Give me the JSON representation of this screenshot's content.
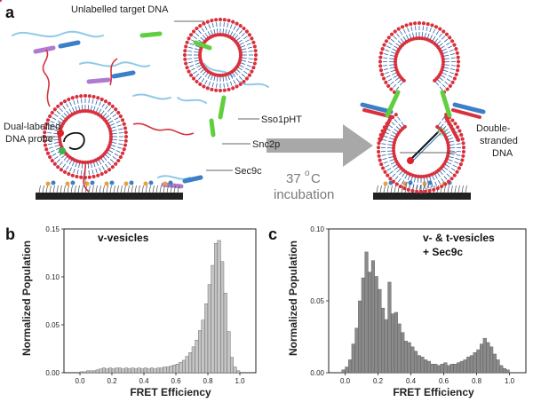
{
  "panels": {
    "a": "a",
    "b": "b",
    "c": "c"
  },
  "schematic": {
    "labels": {
      "target_dna": "Unlabelled target DNA",
      "sso1pht": "Sso1pHT",
      "snc2p": "Snc2p",
      "sec9c": "Sec9c",
      "probe_line1": "Dual-labelled",
      "probe_line2": "DNA probe",
      "ds_line1": "Double-",
      "ds_line2": "stranded",
      "ds_line3": "DNA",
      "temp_value": "37",
      "temp_unit": "C",
      "temp_degree": "o",
      "incubation": "incubation"
    },
    "colors": {
      "lipid_head": "#d8313d",
      "lipid_tail": "#2a5fa8",
      "snc2p": "#d8313d",
      "sso1pht": "#5fcf3f",
      "sec9c": "#3c7fc8",
      "target_dna": "#8ecae6",
      "probe_purple": "#b07ad0",
      "arrow": "#a8a8a8",
      "surface": "#222222"
    }
  },
  "chart_data": [
    {
      "type": "bar",
      "panel": "b",
      "legend": "v-vesicles",
      "xlabel": "FRET Efficiency",
      "ylabel": "Normalized Population",
      "xlim": [
        -0.1,
        1.1
      ],
      "ylim": [
        0,
        0.15
      ],
      "xticks": [
        "0.0",
        "0.2",
        "0.4",
        "0.6",
        "0.8",
        "1.0"
      ],
      "yticks": [
        "0.00",
        "0.05",
        "0.10",
        "0.15"
      ],
      "bin_width": 0.02,
      "x": [
        0.0,
        0.02,
        0.04,
        0.06,
        0.08,
        0.1,
        0.12,
        0.14,
        0.16,
        0.18,
        0.2,
        0.22,
        0.24,
        0.26,
        0.28,
        0.3,
        0.32,
        0.34,
        0.36,
        0.38,
        0.4,
        0.42,
        0.44,
        0.46,
        0.48,
        0.5,
        0.52,
        0.54,
        0.56,
        0.58,
        0.6,
        0.62,
        0.64,
        0.66,
        0.68,
        0.7,
        0.72,
        0.74,
        0.76,
        0.78,
        0.8,
        0.82,
        0.84,
        0.86,
        0.88,
        0.9,
        0.92,
        0.94,
        0.96,
        0.98
      ],
      "values": [
        0.001,
        0.001,
        0.002,
        0.002,
        0.002,
        0.003,
        0.004,
        0.005,
        0.004,
        0.005,
        0.004,
        0.005,
        0.005,
        0.004,
        0.005,
        0.004,
        0.005,
        0.004,
        0.005,
        0.004,
        0.005,
        0.004,
        0.005,
        0.004,
        0.005,
        0.005,
        0.006,
        0.006,
        0.007,
        0.008,
        0.009,
        0.011,
        0.013,
        0.017,
        0.021,
        0.027,
        0.034,
        0.044,
        0.055,
        0.072,
        0.092,
        0.112,
        0.135,
        0.138,
        0.116,
        0.083,
        0.043,
        0.016,
        0.006,
        0.002
      ],
      "fill": "#c4c4c4"
    },
    {
      "type": "bar",
      "panel": "c",
      "legend_line1": "v- & t-vesicles",
      "legend_line2": "+ Sec9c",
      "xlabel": "FRET Efficiency",
      "ylabel": "Normalized Population",
      "xlim": [
        -0.1,
        1.1
      ],
      "ylim": [
        0,
        0.1
      ],
      "xticks": [
        "0.0",
        "0.2",
        "0.4",
        "0.6",
        "0.8",
        "1.0"
      ],
      "yticks": [
        "0.00",
        "0.05",
        "0.10"
      ],
      "bin_width": 0.02,
      "x": [
        -0.02,
        0.0,
        0.02,
        0.04,
        0.06,
        0.08,
        0.1,
        0.12,
        0.14,
        0.16,
        0.18,
        0.2,
        0.22,
        0.24,
        0.26,
        0.28,
        0.3,
        0.32,
        0.34,
        0.36,
        0.38,
        0.4,
        0.42,
        0.44,
        0.46,
        0.48,
        0.5,
        0.52,
        0.54,
        0.56,
        0.58,
        0.6,
        0.62,
        0.64,
        0.66,
        0.68,
        0.7,
        0.72,
        0.74,
        0.76,
        0.78,
        0.8,
        0.82,
        0.84,
        0.86,
        0.88,
        0.9,
        0.92,
        0.94,
        0.96,
        0.98
      ],
      "values": [
        0.002,
        0.004,
        0.009,
        0.02,
        0.031,
        0.05,
        0.066,
        0.084,
        0.07,
        0.078,
        0.067,
        0.058,
        0.045,
        0.037,
        0.063,
        0.041,
        0.042,
        0.034,
        0.028,
        0.022,
        0.021,
        0.018,
        0.015,
        0.012,
        0.011,
        0.009,
        0.008,
        0.006,
        0.006,
        0.005,
        0.006,
        0.007,
        0.005,
        0.006,
        0.006,
        0.007,
        0.008,
        0.009,
        0.011,
        0.012,
        0.014,
        0.016,
        0.02,
        0.024,
        0.021,
        0.018,
        0.013,
        0.009,
        0.005,
        0.003,
        0.002
      ],
      "fill": "#8a8a8a"
    }
  ]
}
